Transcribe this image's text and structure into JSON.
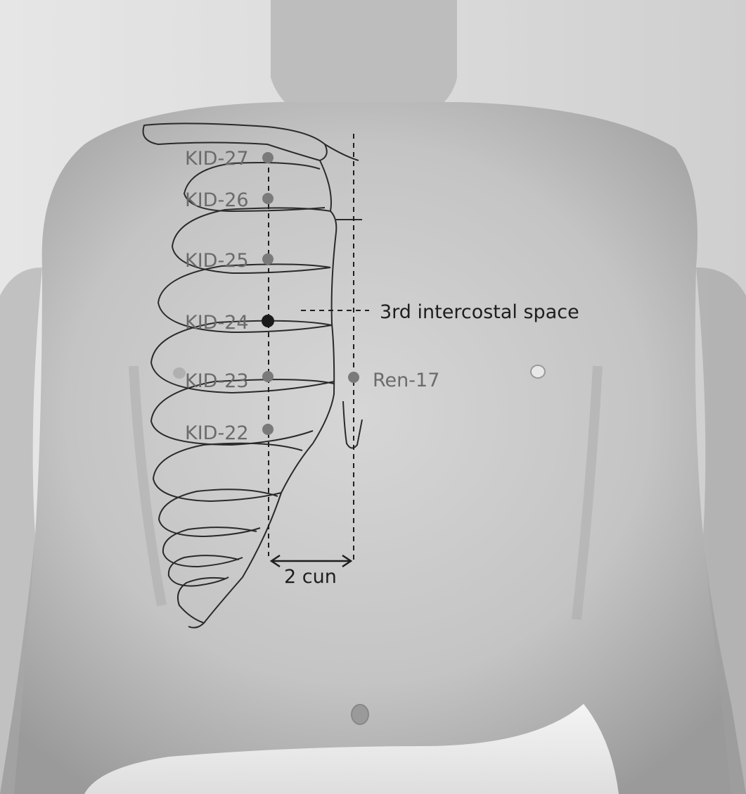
{
  "points": {
    "kid27": "KID-27",
    "kid26": "KID-26",
    "kid25": "KID-25",
    "kid24": "KID-24",
    "kid23": "KID-23",
    "kid22": "KID-22",
    "ren17": "Ren-17"
  },
  "annotations": {
    "intercostal": "3rd intercostal space",
    "distance": "2 cun"
  },
  "colors": {
    "point_gray": "#7a7a7a",
    "point_highlight": "#1a1a1a",
    "outline": "#2a2a2a"
  }
}
